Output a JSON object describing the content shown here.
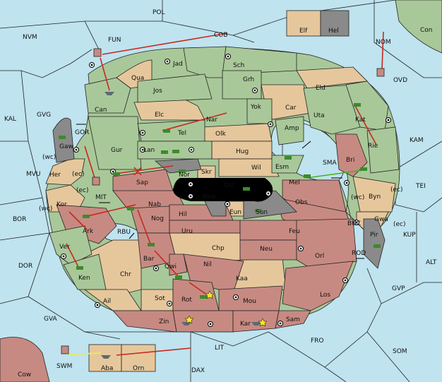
{
  "board": {
    "colors": {
      "sea": "#bfe3ef",
      "green": "#a9c899",
      "tan": "#e6c79c",
      "red": "#c78a82",
      "gray": "#8a8a8a",
      "black": "#000000",
      "order_red": "#c8281e",
      "support_green": "#4caf2a",
      "convoy_yellow": "#e8e860",
      "unit_green": "#3c8a2c",
      "unit_gray": "#5c6a74"
    },
    "sea_labels": {
      "pol": "POL",
      "nvm": "NVM",
      "fun": "FUN",
      "cob": "COB",
      "nom": "NOM",
      "ovd": "OVD",
      "kal": "KAL",
      "gvg": "GVG",
      "gor": "GOR",
      "mvu": "MVU",
      "mit": "MIT",
      "bor": "BOR",
      "rbu": "RBU",
      "dor": "DOR",
      "gva": "GVA",
      "kam": "KAM",
      "sma": "SMA",
      "tei": "TEI",
      "buc": "BUC",
      "kup": "KUP",
      "rod": "ROD",
      "alt": "ALT",
      "gvp": "GVP",
      "fro": "FRO",
      "som": "SOM",
      "lit": "LIT",
      "swm": "SWM",
      "dax": "DAX"
    },
    "land_labels": {
      "elf": "Elf",
      "hel": "Hel",
      "con": "Con",
      "cow": "Cow",
      "jad": "Jad",
      "sch": "Sch",
      "qua": "Qua",
      "jos": "Jos",
      "grh": "Grh",
      "eld": "Eld",
      "can": "Can",
      "elc": "Elc",
      "nar": "Nar",
      "yok": "Yok",
      "car": "Car",
      "uta": "Uta",
      "kat": "Kat",
      "tel": "Tel",
      "olk": "Olk",
      "amp": "Amp",
      "gaw": "Gaw",
      "gur": "Gur",
      "lan": "Lan",
      "hug": "Hug",
      "rie": "Rie",
      "bri": "Bri",
      "wil": "Wil",
      "esm": "Esm",
      "her": "Her",
      "sap": "Sap",
      "nor": "Nor",
      "skr": "Skr",
      "ost": "Ost",
      "web": "Web",
      "mel": "Mel",
      "byn": "Byn",
      "kor": "Kor",
      "nab": "Nab",
      "eun": "Eun",
      "sun": "Sun",
      "obs": "Obs",
      "gwa": "Gwa",
      "ark": "Ark",
      "nog": "Nog",
      "hil": "Hil",
      "uru": "Uru",
      "feu": "Feu",
      "pir": "Pir",
      "ver": "Ver",
      "chp": "Chp",
      "neu": "Neu",
      "orl": "Orl",
      "bar": "Bar",
      "qwi": "Qwi",
      "nil": "Nil",
      "ken": "Ken",
      "chr": "Chr",
      "kaa": "Kaa",
      "ail": "Ail",
      "sot": "Sot",
      "rot": "Rot",
      "mou": "Mou",
      "los": "Los",
      "zin": "Zin",
      "kar": "Kar",
      "sam": "Sam",
      "aba": "Aba",
      "orn": "Orn"
    },
    "coast_labels": {
      "wc1": "(wc)",
      "ec1": "(ec)",
      "ec2": "(ec)",
      "wc2": "(wc)",
      "ec3": "(ec)",
      "wc3": "(wc)",
      "ec4": "(ec)"
    }
  }
}
